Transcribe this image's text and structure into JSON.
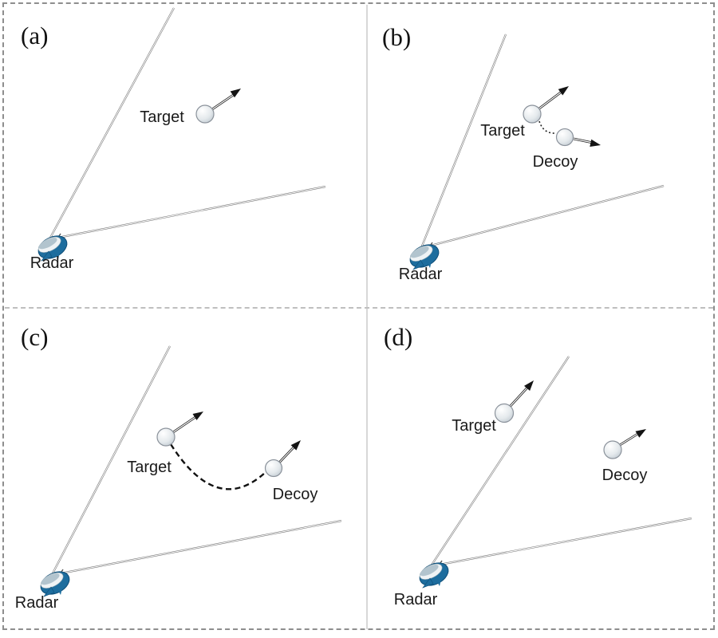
{
  "panels": [
    {
      "label": "(a)",
      "target_label": "Target",
      "radar_label": "Radar"
    },
    {
      "label": "(b)",
      "target_label": "Target",
      "decoy_label": "Decoy",
      "radar_label": "Radar"
    },
    {
      "label": "(c)",
      "target_label": "Target",
      "decoy_label": "Decoy",
      "radar_label": "Radar"
    },
    {
      "label": "(d)",
      "target_label": "Target",
      "decoy_label": "Decoy",
      "radar_label": "Radar"
    }
  ],
  "colors": {
    "radar_dish_blue": "#1d6d9e",
    "radar_dish_edge": "#0e4d77",
    "sphere_highlight": "#ffffff",
    "sphere_shadow": "#b6c0c9",
    "sphere_outline": "#8b929b",
    "beam_gray": "#787878",
    "arrow_black": "#141414",
    "divider_solid_gray": "#d8d8d8",
    "divider_dashed_gray": "#bfbfbf",
    "outer_border_gray": "#8e8e8e"
  },
  "icons": {
    "radar": "satellite-dish-icon",
    "object_marker": "sphere-marker",
    "motion": "velocity-arrow"
  }
}
